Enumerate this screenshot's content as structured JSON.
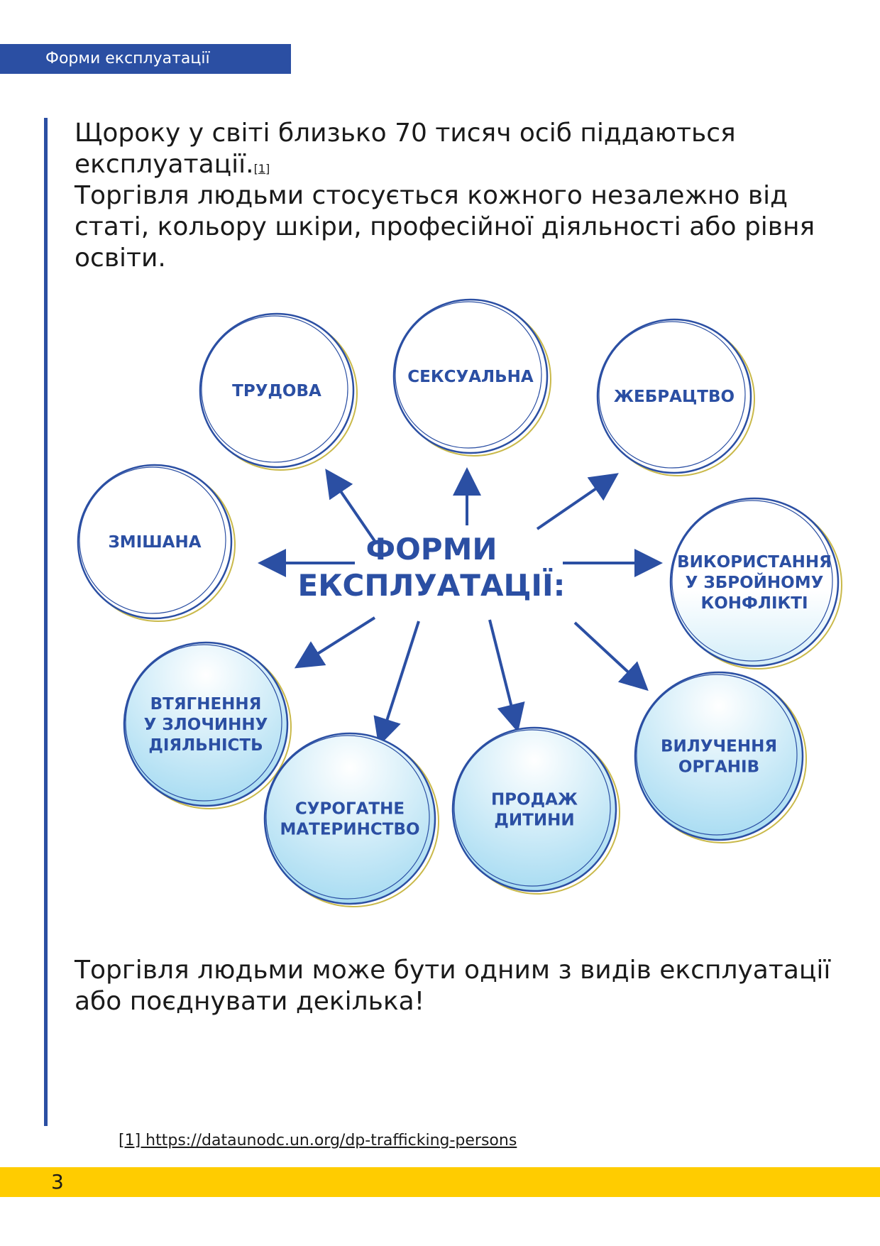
{
  "header": {
    "title": "Форми експлуатації"
  },
  "intro": {
    "line1": "Щороку у світі близько 70 тисяч осіб піддаються експлуатації.",
    "footnote_ref": "[1]",
    "line2": "Торгівля людьми стосується кожного незалежно від статі, кольору шкіри, професійної діяльності або рівня освіти."
  },
  "diagram": {
    "center": [
      "ФОРМИ",
      "ЕКСПЛУАТАЦІЇ:"
    ],
    "forms": [
      {
        "id": "labour",
        "lines": [
          "ТРУДОВА"
        ]
      },
      {
        "id": "sexual",
        "lines": [
          "СЕКСУАЛЬНА"
        ]
      },
      {
        "id": "begging",
        "lines": [
          "ЖЕБРАЦТВО"
        ]
      },
      {
        "id": "mixed",
        "lines": [
          "ЗМІШАНА"
        ]
      },
      {
        "id": "armed-conflict",
        "lines": [
          "ВИКОРИСТАННЯ",
          "У ЗБРОЙНОМУ",
          "КОНФЛІКТІ"
        ]
      },
      {
        "id": "criminal",
        "lines": [
          "ВТЯГНЕННЯ",
          "У ЗЛОЧИННУ",
          "ДІЯЛЬНІСТЬ"
        ]
      },
      {
        "id": "surrogacy",
        "lines": [
          "СУРОГАТНЕ",
          "МАТЕРИНСТВО"
        ]
      },
      {
        "id": "child-sale",
        "lines": [
          "ПРОДАЖ",
          "ДИТИНИ"
        ]
      },
      {
        "id": "organs",
        "lines": [
          "ВИЛУЧЕННЯ",
          "ОРГАНІВ"
        ]
      }
    ]
  },
  "outro": {
    "text": "Торгівля людьми може бути одним з видів експлуатації або поєднувати декілька!"
  },
  "footnote": {
    "text": "[1] https://dataunodc.un.org/dp-trafficking-persons"
  },
  "page": {
    "number": "3"
  },
  "colors": {
    "brand_blue": "#2b4fa3",
    "accent_yellow": "#ffcc00",
    "circle_gold": "#c9b94a",
    "fill_light_blue": "#a8dcf2"
  }
}
